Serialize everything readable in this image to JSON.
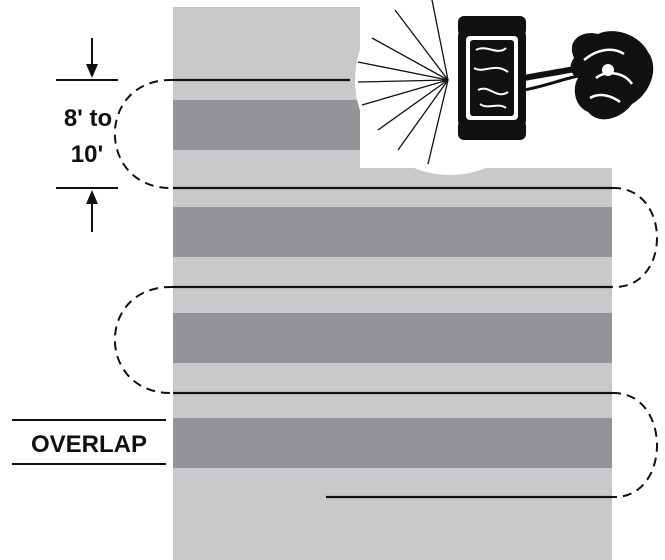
{
  "spacing_label": {
    "line1": "8' to",
    "line2": "10'"
  },
  "overlap_label": "OVERLAP",
  "colors": {
    "field": "#c8c9cb",
    "overlap_band": "#939497",
    "path_line": "#111111",
    "background": "#ffffff"
  },
  "icons": {
    "spreader": "broadcast-spreader-icon"
  }
}
